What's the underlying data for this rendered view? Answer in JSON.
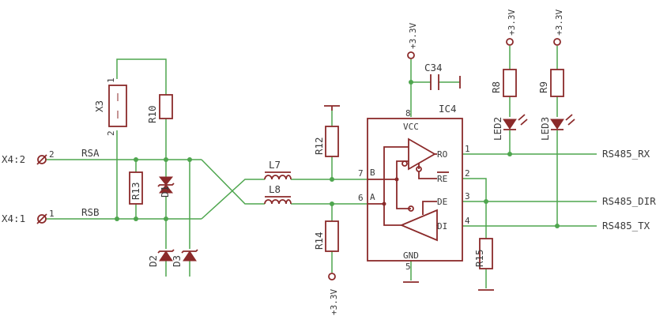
{
  "connectors": {
    "x4_2": {
      "name": "X4:2",
      "pin": "2"
    },
    "x4_1": {
      "name": "X4:1",
      "pin": "1"
    }
  },
  "nets": {
    "rsa": "RSA",
    "rsb": "RSB",
    "rs485_rx": "RS485_RX",
    "rs485_dir": "RS485_DIR",
    "rs485_tx": "RS485_TX"
  },
  "power": {
    "label": "+3.3V"
  },
  "parts": {
    "x3": {
      "name": "X3",
      "pin1": "1",
      "pin2": "2"
    },
    "r10": "R10",
    "r13": "R13",
    "d1": "D1",
    "d2": "D2",
    "d3": "D3",
    "l7": "L7",
    "l8": "L8",
    "r12": "R12",
    "r14": "R14",
    "c34": "C34",
    "r8": "R8",
    "r9": "R9",
    "led2": "LED2",
    "led3": "LED3",
    "r15": "R15"
  },
  "ic4": {
    "name": "IC4",
    "vcc": "VCC",
    "gnd": "GND",
    "pins": {
      "b": "B",
      "a": "A",
      "ro": "RO",
      "re": "RE",
      "de": "DE",
      "di": "DI",
      "n1": "1",
      "n2": "2",
      "n3": "3",
      "n4": "4",
      "n5": "5",
      "n6": "6",
      "n7": "7",
      "n8": "8"
    }
  },
  "colors": {
    "wire": "#4ea64e",
    "symbol": "#8b2a2a",
    "text": "#3a3a3a"
  }
}
